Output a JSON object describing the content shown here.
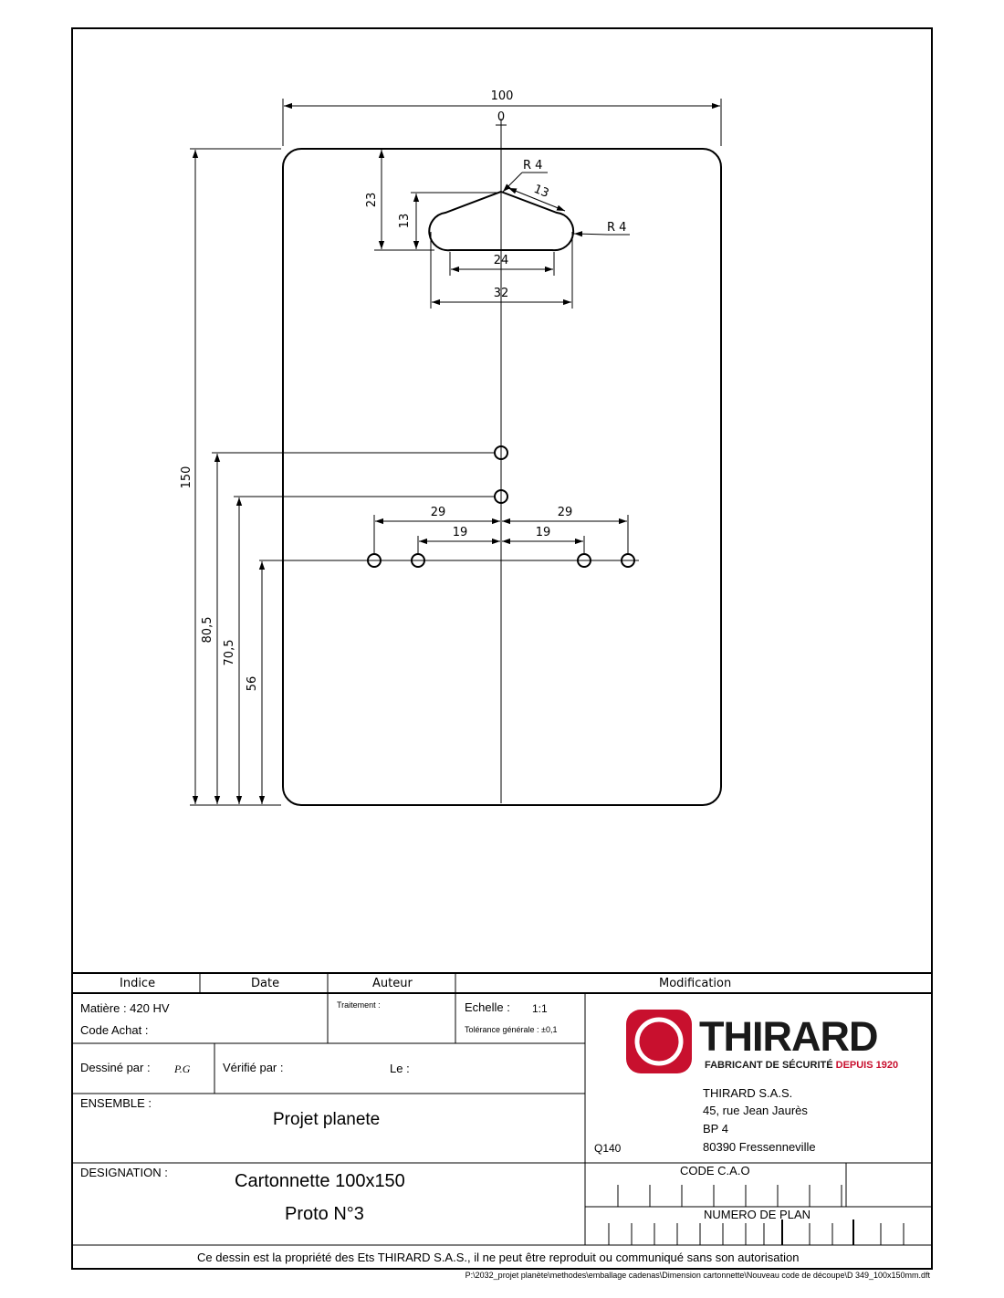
{
  "drawing": {
    "dimensions": {
      "overall_width": "100",
      "center_zero": "0",
      "overall_height": "150",
      "radius_top": "R 4",
      "slope_length": "13",
      "radius_right": "R 4",
      "slot_top_offset": "23",
      "slot_height": "13",
      "slot_flat_width": "24",
      "slot_total_width": "32",
      "hole_height_1": "80,5",
      "hole_height_2": "70,5",
      "hole_height_3": "56",
      "outer_left": "29",
      "outer_right": "29",
      "inner_left": "19",
      "inner_right": "19"
    }
  },
  "title_block": {
    "headers": {
      "indice": "Indice",
      "date": "Date",
      "auteur": "Auteur",
      "modification": "Modification"
    },
    "matiere": "Matière : 420 HV",
    "code_achat": "Code Achat :",
    "traitement": "Traitement :",
    "echelle_label": "Echelle :",
    "echelle_value": "1:1",
    "tolerance": "Tolérance générale : ±0,1",
    "dessine_label": "Dessiné par :",
    "dessine_value": "P.G",
    "verifie_label": "Vérifié par :",
    "le_label": "Le :",
    "ensemble_label": "ENSEMBLE :",
    "ensemble_value": "Projet planete",
    "designation_label": "DESIGNATION :",
    "designation_line1": "Cartonnette 100x150",
    "designation_line2": "Proto N°3",
    "q_code": "Q140",
    "code_cao_label": "CODE C.A.O",
    "numero_plan_label": "NUMERO DE PLAN",
    "company": {
      "logo_word": "THIRARD",
      "tagline_black": "FABRICANT DE SÉCURITÉ",
      "tagline_red": "DEPUIS 1920",
      "name": "THIRARD S.A.S.",
      "street": "45, rue Jean Jaurès",
      "bp": "BP 4",
      "city": "80390 Fressenneville"
    },
    "footer_notice": "Ce dessin est la propriété des Ets THIRARD S.A.S., il ne peut être reproduit ou communiqué sans son autorisation",
    "file_path": "P:\\2032_projet planète\\methodes\\emballage cadenas\\Dimension cartonnette\\Nouveau code de découpe\\D 349_100x150mm.dft"
  },
  "colors": {
    "brand_red": "#c8102e",
    "ink": "#000000"
  }
}
